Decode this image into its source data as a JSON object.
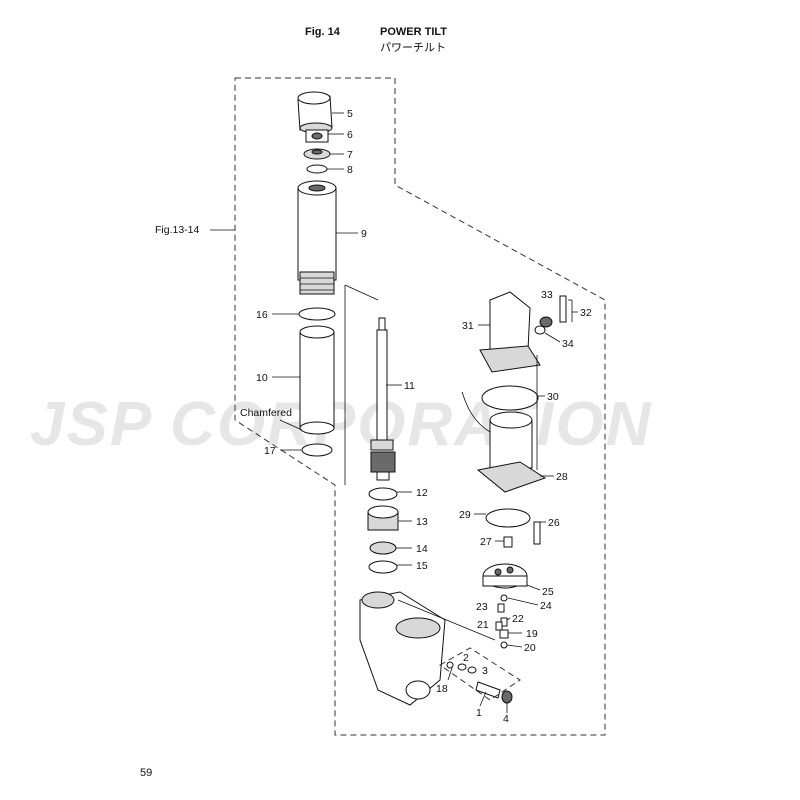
{
  "header": {
    "figure": "Fig. 14",
    "title": "POWER TILT",
    "subtitle": "パワーチルト"
  },
  "watermark": "JSP CORPORATION",
  "reference": "Fig.13-14",
  "note": "Chamfered",
  "page_number": "59",
  "callouts": [
    "1",
    "2",
    "3",
    "4",
    "5",
    "6",
    "7",
    "8",
    "9",
    "10",
    "11",
    "12",
    "13",
    "14",
    "15",
    "16",
    "17",
    "18",
    "19",
    "20",
    "21",
    "22",
    "23",
    "24",
    "25",
    "26",
    "27",
    "28",
    "29",
    "30",
    "31",
    "32",
    "33",
    "34"
  ]
}
